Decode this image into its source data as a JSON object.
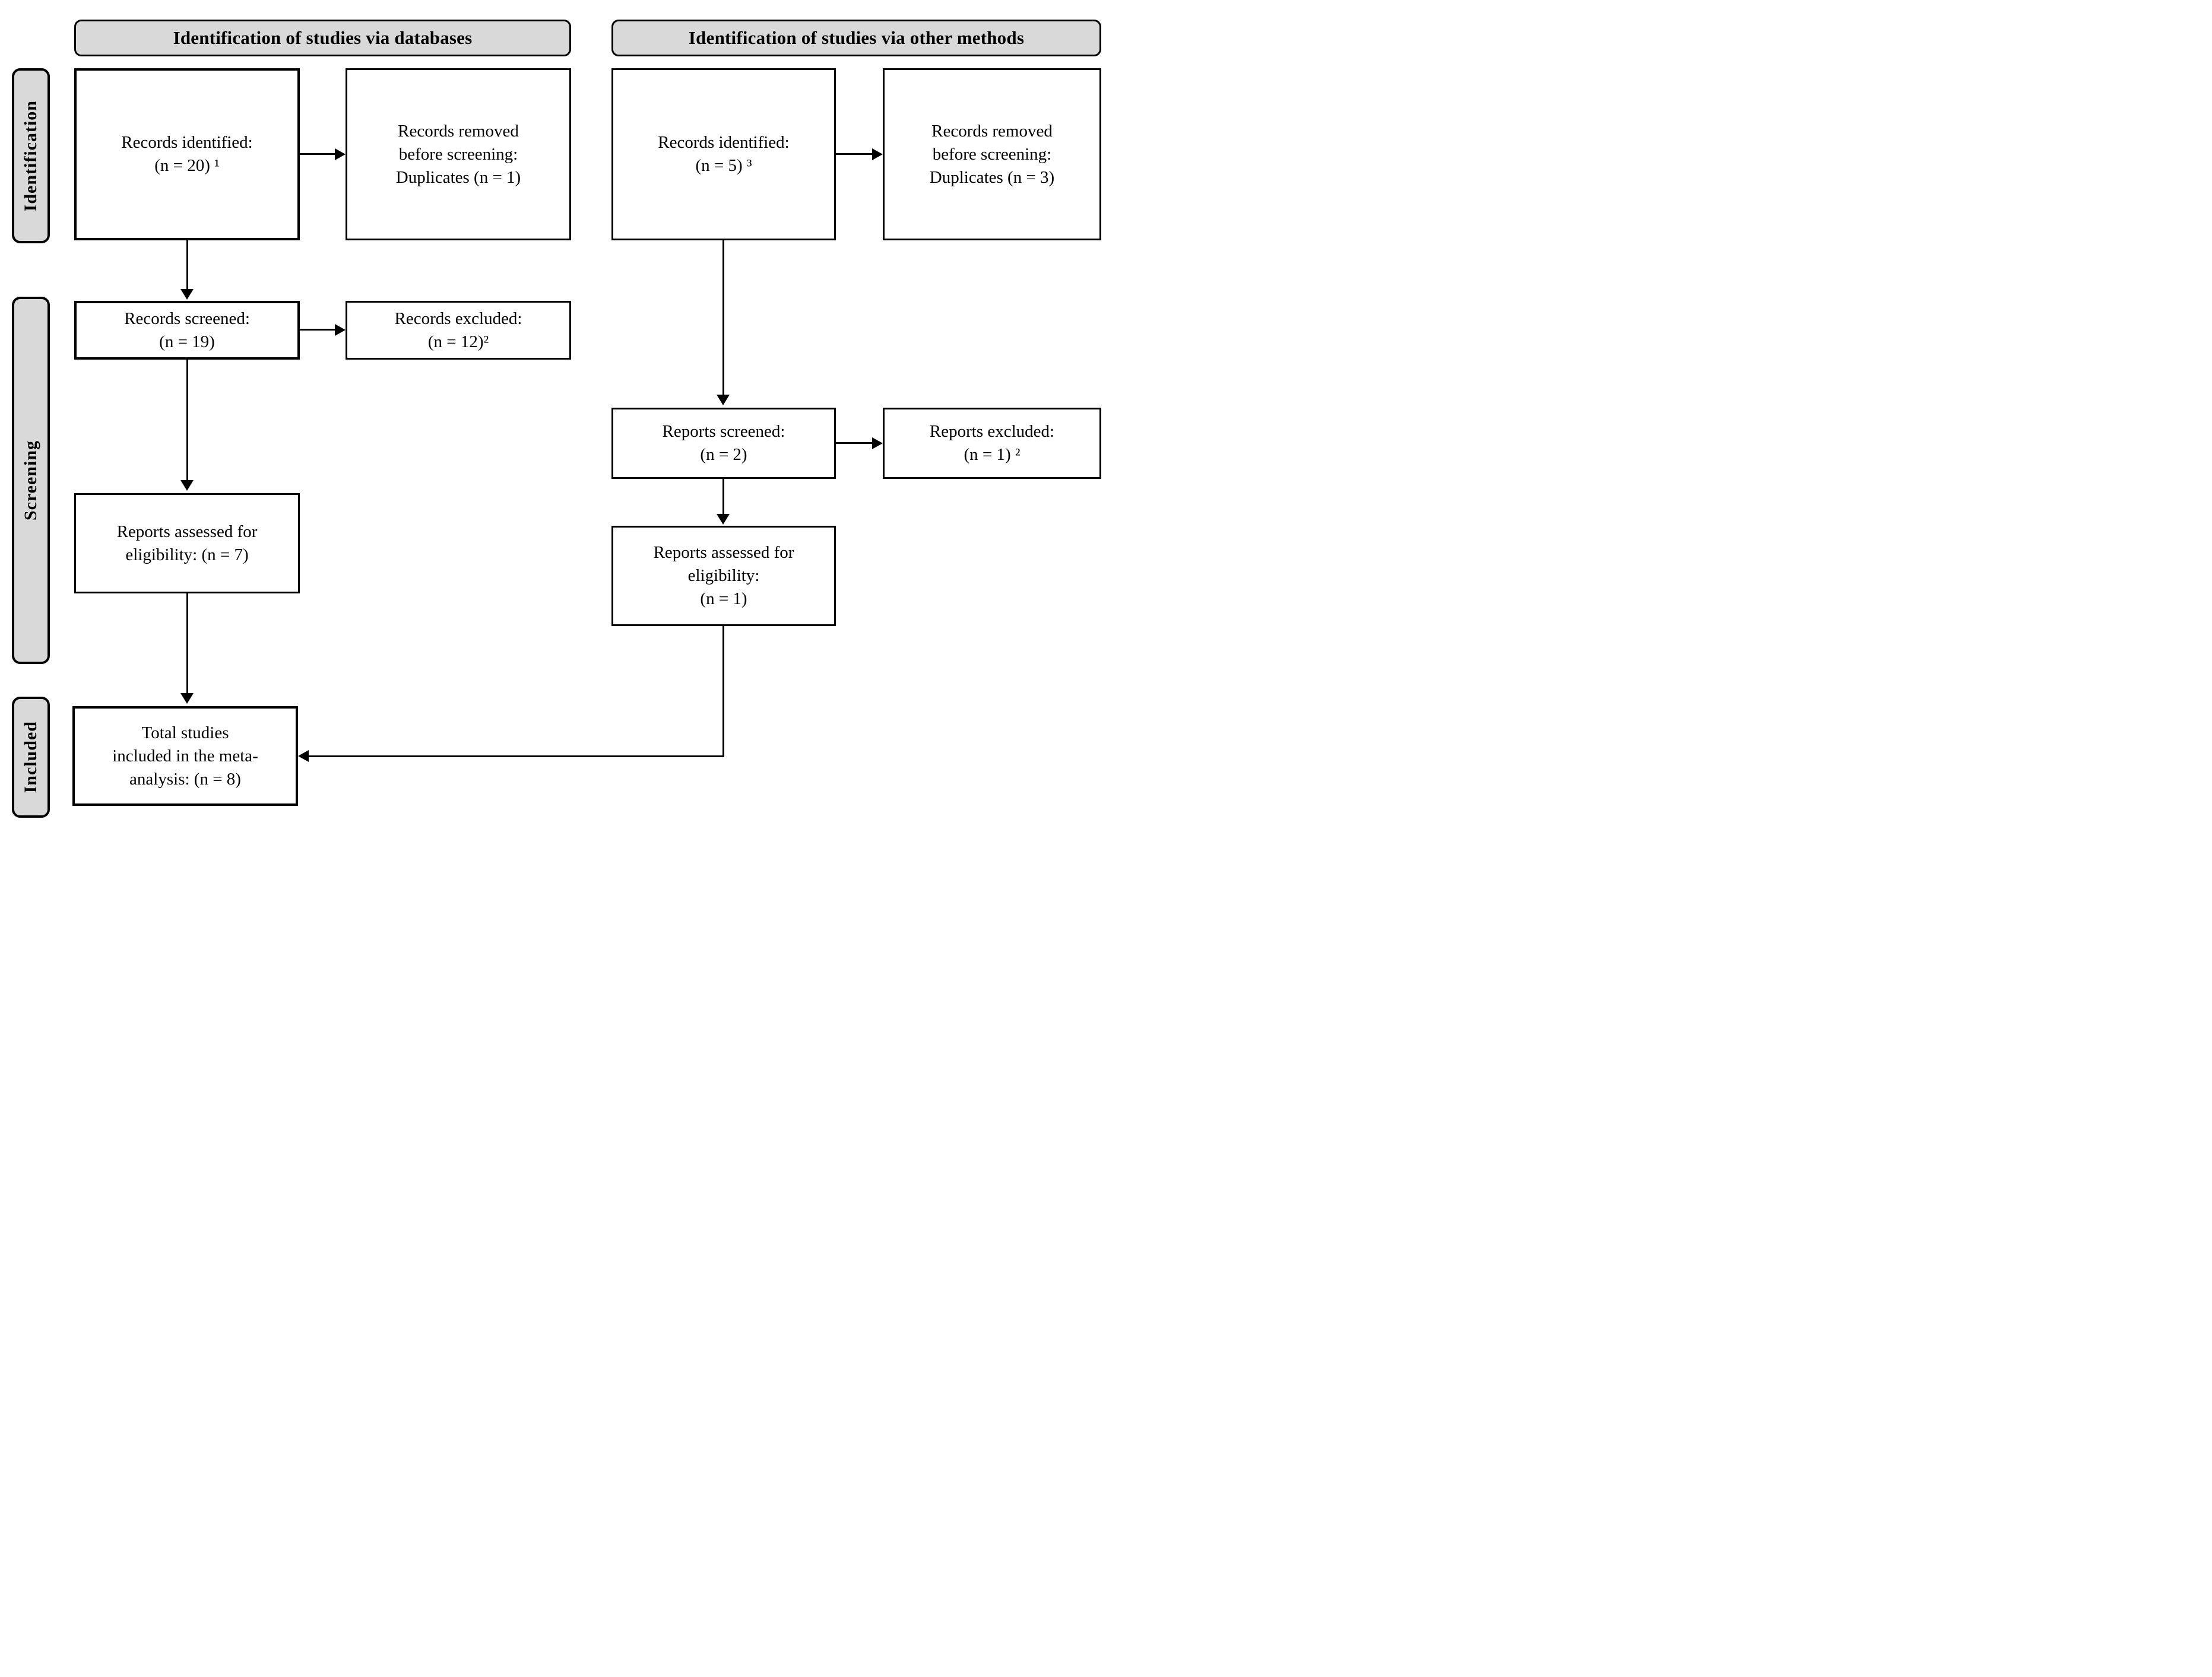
{
  "headers": {
    "databases": "Identification of studies via databases",
    "other_methods": "Identification of studies via other methods"
  },
  "side_labels": {
    "identification": "Identification",
    "screening": "Screening",
    "included": "Included"
  },
  "boxes": {
    "records_identified_db": {
      "lines": [
        "Records identified:",
        "(n = 20) ¹"
      ]
    },
    "records_removed_db": {
      "lines": [
        "Records removed",
        "before screening:",
        "Duplicates (n = 1)"
      ]
    },
    "records_screened": {
      "lines": [
        "Records screened:",
        "(n = 19)"
      ]
    },
    "records_excluded": {
      "lines": [
        "Records excluded:",
        "(n = 12)²"
      ]
    },
    "reports_assessed_db": {
      "lines": [
        "Reports assessed for",
        "eligibility: (n = 7)"
      ]
    },
    "total_included": {
      "lines": [
        "Total studies",
        "included in the meta-",
        "analysis: (n = 8)"
      ]
    },
    "records_identified_other": {
      "lines": [
        "Records identified:",
        "(n = 5) ³"
      ]
    },
    "records_removed_other": {
      "lines": [
        "Records removed",
        "before screening:",
        "Duplicates (n = 3)"
      ]
    },
    "reports_screened": {
      "lines": [
        "Reports screened:",
        "(n = 2)"
      ]
    },
    "reports_excluded": {
      "lines": [
        "Reports excluded:",
        "(n = 1) ²"
      ]
    },
    "reports_assessed_other": {
      "lines": [
        "Reports assessed for",
        "eligibility:",
        "(n = 1)"
      ]
    }
  },
  "colors": {
    "panel_fill": "#d9d9d9",
    "box_fill": "#ffffff",
    "line_color": "#000000",
    "background": "#ffffff"
  }
}
